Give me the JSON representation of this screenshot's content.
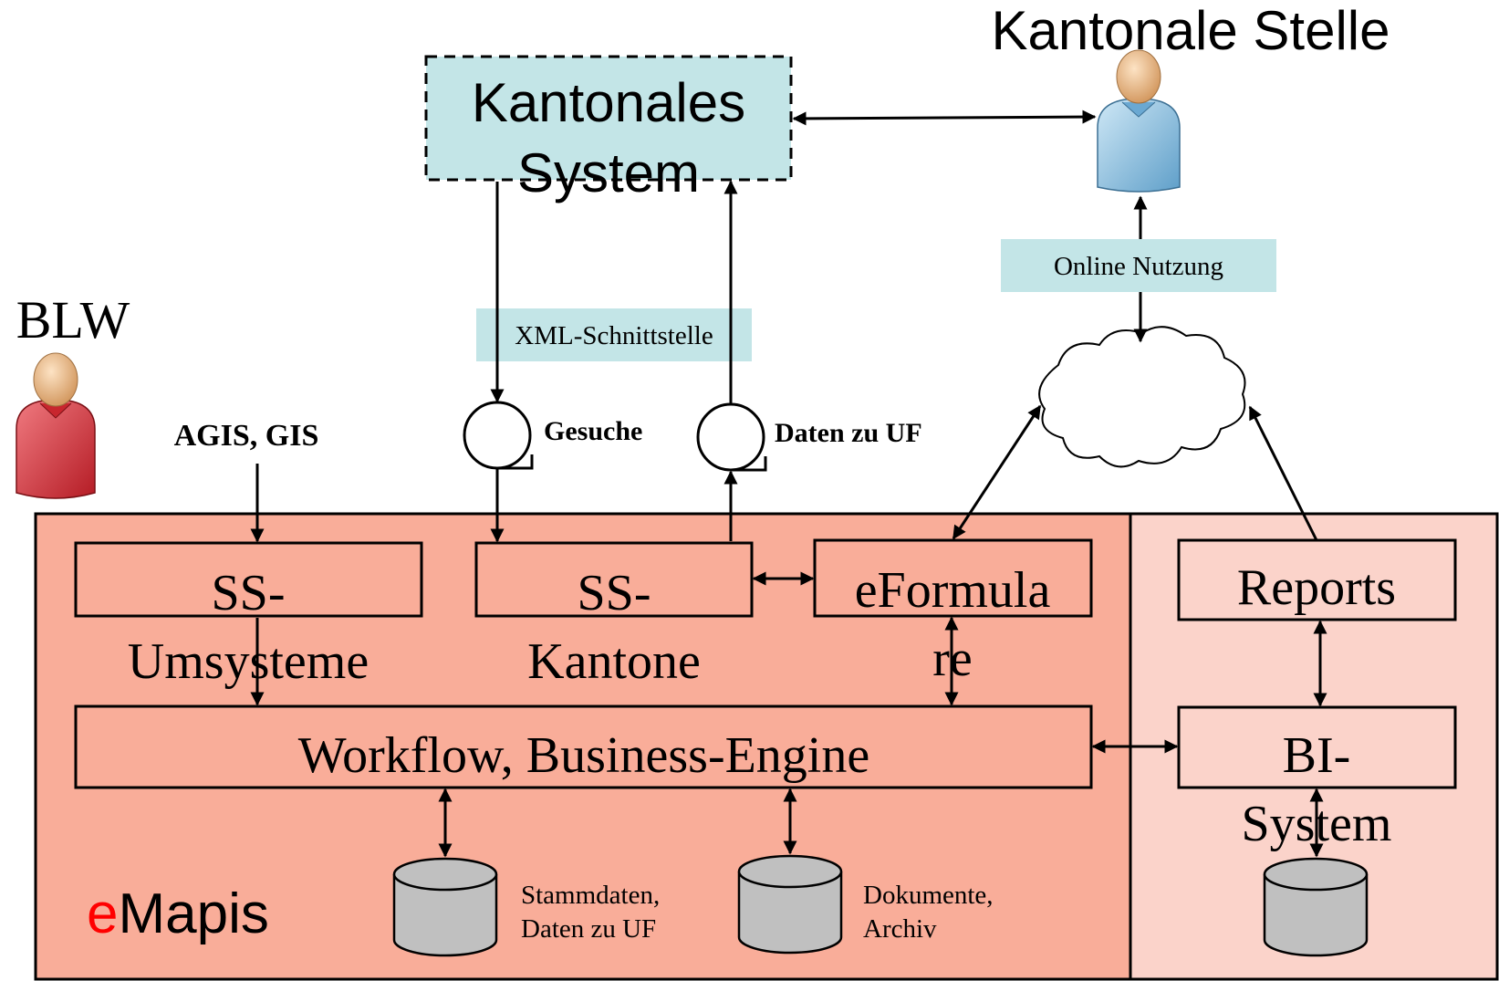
{
  "actors": {
    "kantonale_stelle": "Kantonale Stelle",
    "blw": "BLW"
  },
  "kantonales_system": {
    "line1": "Kantonales",
    "line2": "System"
  },
  "interfaces": {
    "xml": "XML-Schnittstelle",
    "online": "Online Nutzung"
  },
  "queues": {
    "gesuche": "Gesuche",
    "daten_uf": "Daten zu UF"
  },
  "inputs": {
    "agis": "AGIS, GIS"
  },
  "modules": {
    "ss_umsysteme": {
      "line1": "SS-",
      "line2": "Umsysteme"
    },
    "ss_kantone": {
      "line1": "SS-",
      "line2": "Kantone"
    },
    "eformulare": {
      "line1": "eFormula",
      "line2": "re"
    },
    "workflow": "Workflow, Business-Engine",
    "reports": "Reports",
    "bi_system": {
      "line1": "BI-",
      "line2": "System"
    }
  },
  "databases": {
    "stammdaten": {
      "line1": "Stammdaten,",
      "line2": "Daten zu UF"
    },
    "dokumente": {
      "line1": "Dokumente,",
      "line2": "Archiv"
    }
  },
  "brand": {
    "prefix": "e",
    "name": "Mapis"
  },
  "colors": {
    "emapis_fill": "#f9ad99",
    "bi_fill": "#fbd3ca",
    "interface_fill": "#c3e5e7",
    "database_fill": "#c0c0c0",
    "brand_accent": "#ff0000",
    "actor_blue": "#8fc4e4",
    "actor_red": "#d8323a"
  }
}
